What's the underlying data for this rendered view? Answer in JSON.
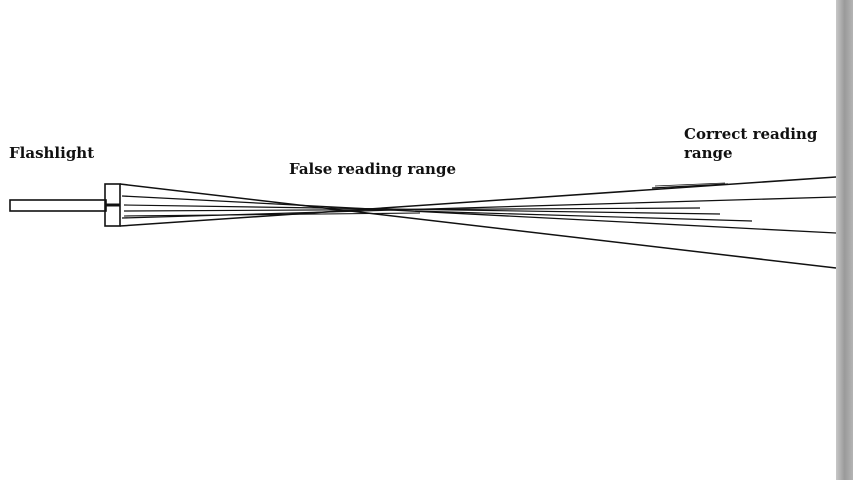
{
  "labels": {
    "flashlight": "Flashlight",
    "false_range": "False reading range",
    "correct_range_line1": "Correct reading",
    "correct_range_line2": "range"
  },
  "colors": {
    "ink": "#111111",
    "background": "#ffffff",
    "edge": "#9a9a9a"
  }
}
